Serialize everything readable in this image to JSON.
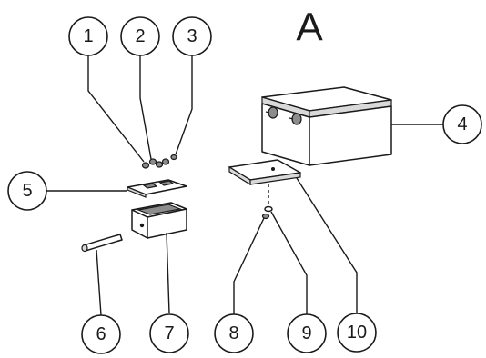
{
  "figure": {
    "label": "A"
  },
  "callouts": [
    {
      "id": "c1",
      "text": "1"
    },
    {
      "id": "c2",
      "text": "2"
    },
    {
      "id": "c3",
      "text": "3"
    },
    {
      "id": "c4",
      "text": "4"
    },
    {
      "id": "c5",
      "text": "5"
    },
    {
      "id": "c6",
      "text": "6"
    },
    {
      "id": "c7",
      "text": "7"
    },
    {
      "id": "c8",
      "text": "8"
    },
    {
      "id": "c9",
      "text": "9"
    },
    {
      "id": "c10",
      "text": "10"
    }
  ],
  "parts": [
    {
      "id": "p1",
      "icon": "screw-icon"
    },
    {
      "id": "p2",
      "icon": "nuts-icon"
    },
    {
      "id": "p3",
      "icon": "screw-icon"
    },
    {
      "id": "p4",
      "icon": "battery-icon"
    },
    {
      "id": "p5",
      "icon": "cover-plate-icon"
    },
    {
      "id": "p6",
      "icon": "hose-icon"
    },
    {
      "id": "p7",
      "icon": "terminal-box-icon"
    },
    {
      "id": "p8",
      "icon": "bolt-icon"
    },
    {
      "id": "p9",
      "icon": "washer-icon"
    },
    {
      "id": "p10",
      "icon": "tray-bracket-icon"
    }
  ]
}
